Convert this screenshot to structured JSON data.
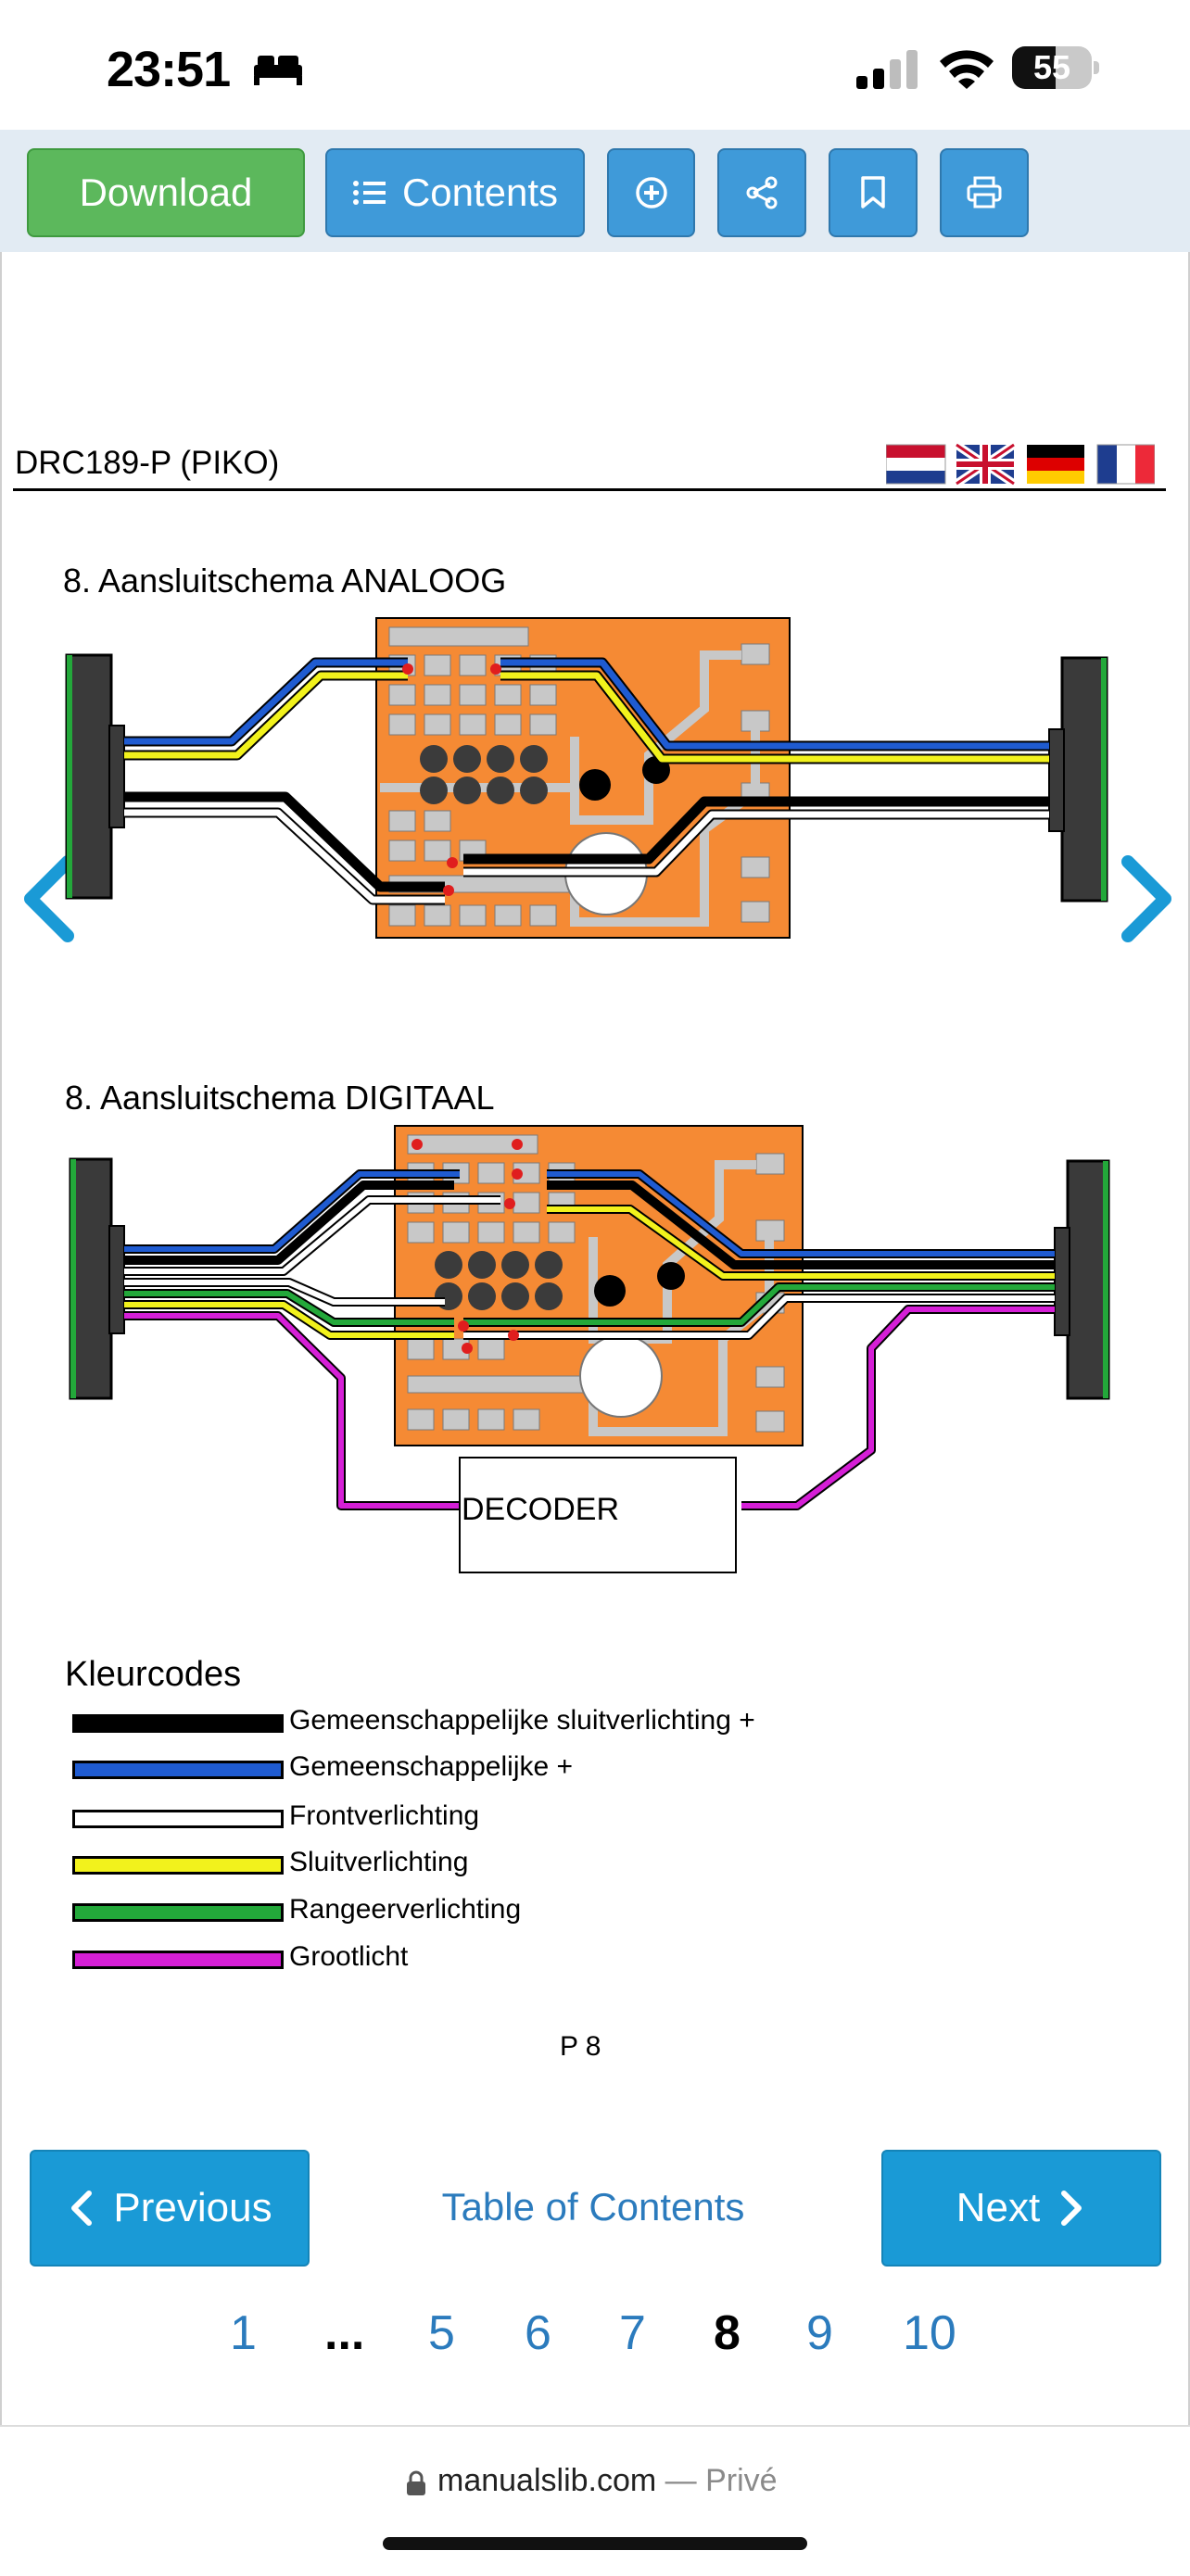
{
  "status_bar": {
    "time": "23:51",
    "battery": "55",
    "battery_level_percent": 55,
    "icons": [
      "bed-icon",
      "cellular-signal-icon",
      "wifi-icon",
      "battery-icon"
    ]
  },
  "toolbar": {
    "download_label": "Download",
    "contents_label": "Contents",
    "icons": [
      "list-icon",
      "zoom-in-icon",
      "share-icon",
      "bookmark-icon",
      "print-icon"
    ]
  },
  "document": {
    "header": "DRC189-P (PIKO)",
    "flags": [
      "flag-netherlands-icon",
      "flag-uk-icon",
      "flag-germany-icon",
      "flag-france-icon"
    ],
    "analog_title": "8. Aansluitschema ANALOOG",
    "digital_title": "8. Aansluitschema DIGITAAL",
    "decoder_label": "DECODER",
    "legend_title": "Kleurcodes",
    "legend": [
      {
        "label": "Gemeenschappelijke sluitverlichting +",
        "color": "#000000"
      },
      {
        "label": "Gemeenschappelijke +",
        "color": "#1f5bd1"
      },
      {
        "label": "Frontverlichting",
        "color": "#ffffff"
      },
      {
        "label": "Sluitverlichting",
        "color": "#f2f21c"
      },
      {
        "label": "Rangeerverlichting",
        "color": "#23a83a"
      },
      {
        "label": "Grootlicht",
        "color": "#d51fd6"
      }
    ],
    "page_label": "P 8",
    "colors": {
      "pcb": "#f58a34",
      "pad": "#c8c8c8",
      "hole": "#3b3b3b",
      "solder": "#e01e1e"
    }
  },
  "navigation": {
    "previous_label": "Previous",
    "toc_label": "Table of Contents",
    "next_label": "Next",
    "pages": [
      "1",
      "...",
      "5",
      "6",
      "7",
      "8",
      "9",
      "10"
    ],
    "current_page": "8"
  },
  "url_bar": {
    "domain": "manualslib.com",
    "suffix": " — Privé"
  }
}
